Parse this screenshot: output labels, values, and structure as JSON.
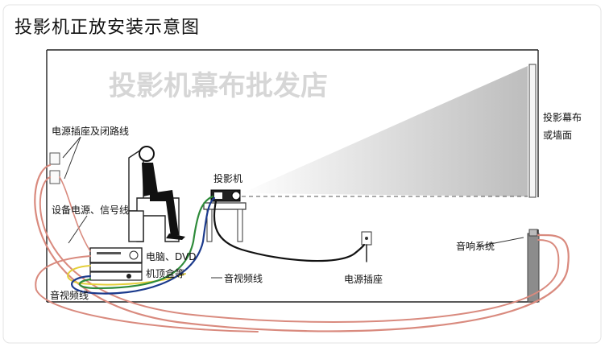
{
  "title": "投影机正放安装示意图",
  "watermark": "投影机幕布批发店",
  "labels": {
    "power_outlet_closed_loop": "电源插座及闭路线",
    "device_power_signal": "设备电源、信号线",
    "projector": "投影机",
    "screen_line1": "投影幕布",
    "screen_line2": "或墙面",
    "pc_dvd": "电脑、DVD",
    "settop_box": "机顶盒等",
    "av_cable_right": "音视频线",
    "power_socket": "电源插座",
    "av_cable_left": "音视频线",
    "speaker_system": "音响系统"
  },
  "colors": {
    "red_cable": "#d98a7e",
    "yellow_cable": "#e4cf3a",
    "blue_cable": "#1b3a8c",
    "green_cable": "#2e8b3a",
    "black_cable": "#111111",
    "wall": "#222222",
    "beam": "#cfcfcf"
  }
}
